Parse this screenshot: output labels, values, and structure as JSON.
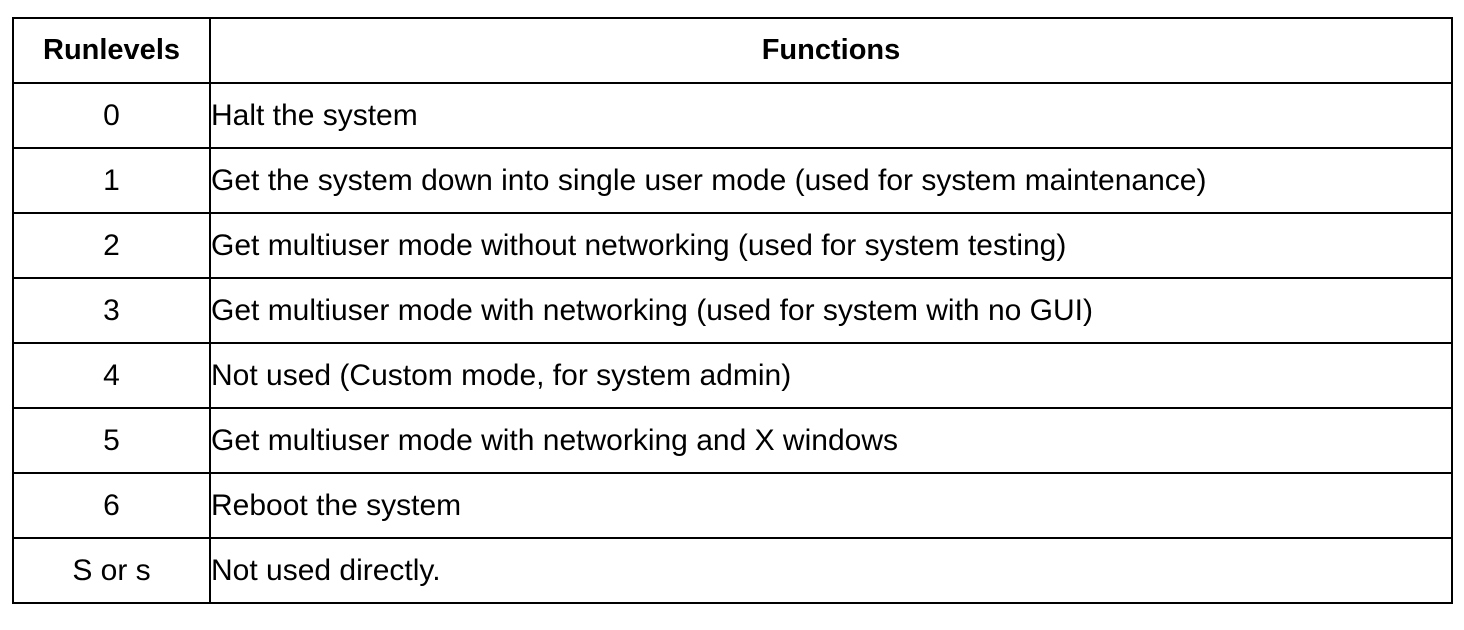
{
  "table": {
    "headers": [
      "Runlevels",
      "Functions"
    ],
    "rows": [
      {
        "level": "0",
        "function": "Halt the system"
      },
      {
        "level": "1",
        "function": "Get the system down into single user mode (used for system maintenance)"
      },
      {
        "level": "2",
        "function": "Get multiuser mode without networking (used for system testing)"
      },
      {
        "level": "3",
        "function": "Get multiuser mode with networking (used for system with no GUI)"
      },
      {
        "level": "4",
        "function": "Not used (Custom mode, for system admin)"
      },
      {
        "level": "5",
        "function": "Get multiuser mode with networking and X windows"
      },
      {
        "level": "6",
        "function": "Reboot the system"
      },
      {
        "level": "S or s",
        "function": "Not used directly."
      }
    ]
  }
}
